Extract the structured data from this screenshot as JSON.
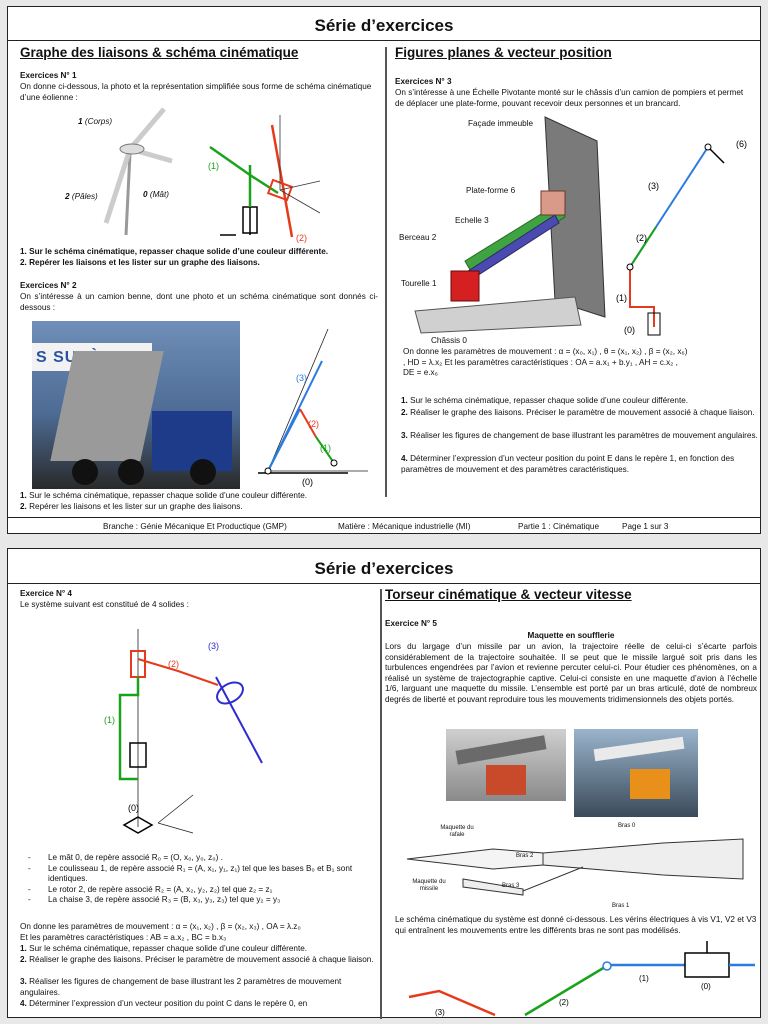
{
  "page1": {
    "title": "Série d’exercices",
    "left_heading": "Graphe des liaisons & schéma cinématique",
    "right_heading": "Figures planes & vecteur position",
    "ex1": {
      "label": "Exercices N° 1",
      "intro": "On donne ci-dessous, la photo et la représentation simplifiée sous forme de schéma cinématique d’une éolienne :",
      "labels": {
        "corps_num": "1",
        "corps": "(Corps)",
        "pales_num": "2",
        "pales": "(Pâles)",
        "mat_num": "0",
        "mat": "(Mât)"
      },
      "q1_num": "1.",
      "q1": "Sur le schéma cinématique, repasser chaque solide d’une couleur différente.",
      "q2_num": "2.",
      "q2": "Repérer les liaisons et les lister sur un graphe des liaisons."
    },
    "ex2": {
      "label": "Exercices N° 2",
      "intro": "On s’intéresse à un camion benne, dont une photo et un schéma cinématique sont donnés ci-dessous :",
      "photo_text": "S SUPÈRE",
      "q1_num": "1.",
      "q1": "Sur le schéma cinématique, repasser chaque solide d’une couleur différente.",
      "q2_num": "2.",
      "q2": "Repérer les liaisons et les lister sur un graphe des liaisons."
    },
    "ex3": {
      "label": "Exercices N° 3",
      "intro": "On s’intéresse à une Échelle Pivotante monté sur le châssis d’un camion de pompiers et permet de déplacer une plate-forme, pouvant recevoir deux personnes et un brancard.",
      "labels": {
        "facade": "Façade immeuble",
        "plateforme": "Plate-forme 6",
        "echelle": "Echelle 3",
        "berceau": "Berceau 2",
        "tourelle": "Tourelle 1",
        "chassis": "Châssis 0"
      },
      "params_a": "On donne les paramètres de mouvement : α = (x₀, x₁) , θ = (x₁, x₂) , β = (x₂, x₆)",
      "params_b": ", HD = λ.x₂   Et les paramètres caractéristiques : OA = a.x₁ + b.y₁ , AH = c.x₂ ,",
      "params_c": "DE = e.x₆",
      "q1_num": "1.",
      "q1": "Sur le schéma cinématique, repasser chaque solide d’une couleur différente.",
      "q2_num": "2.",
      "q2": "Réaliser le graphe des liaisons. Préciser le paramètre de mouvement associé à chaque liaison.",
      "q3_num": "3.",
      "q3": "Réaliser les figures de changement de base illustrant les paramètres de mouvement angulaires.",
      "q4_num": "4.",
      "q4": "Déterminer l’expression d’un vecteur position du point E dans le repère 1, en fonction des paramètres de mouvement et des paramètres caractéristiques."
    },
    "footer": {
      "branche": "Branche : Génie Mécanique Et Productique (GMP)",
      "matiere": "Matière : Mécanique industrielle (MI)",
      "partie": "Partie 1 : Cinématique",
      "page": "Page 1 sur 3"
    }
  },
  "page2": {
    "title": "Série d’exercices",
    "right_heading": "Torseur cinématique & vecteur vitesse",
    "ex4": {
      "label": "Exercice N° 4",
      "intro": "Le système suivant est constitué de 4 solides :",
      "solids": [
        "Le mât 0, de repère associé R₀ = (O, x₀, y₀, z₀) .",
        "Le coulisseau 1, de repère associé R₁ = (A, x₁, y₁, z₁) tel que les bases B₀ et B₁ sont identiques.",
        "Le rotor 2, de repère associé R₂ = (A, x₂, y₂, z₂)  tel que  z₂ = z₁",
        "La chaise 3, de repère associé R₃ = (B, x₃, y₃, z₃) tel que  y₂ = y₃"
      ],
      "params_a": "On donne les paramètres de mouvement : α = (x₁, x₂) , β = (x₂, x₃) , OA = λ.z₀",
      "params_b": "Et les paramètres caractéristiques : AB = a.x₂ , BC = b.x₃",
      "q1_num": "1.",
      "q1": "Sur le schéma cinématique, repasser chaque solide d’une couleur différente.",
      "q2_num": "2.",
      "q2": "Réaliser le graphe des liaisons. Préciser le paramètre de mouvement associé à chaque liaison.",
      "q3_num": "3.",
      "q3": "Réaliser les figures de changement de base illustrant les 2 paramètres de mouvement angulaires.",
      "q4_num": "4.",
      "q4": "Déterminer l’expression d’un vecteur position du point C dans le repère 0, en"
    },
    "ex5": {
      "label": "Exercice N° 5",
      "subtitle": "Maquette en soufflerie",
      "body": "Lors du largage d’un missile par un avion, la trajectoire réelle de celui-ci s’écarte parfois considérablement de la trajectoire souhaitée. Il se peut que le missile largué soit pris dans les turbulences engendrées par l’avion et revienne percuter celui-ci. Pour étudier ces phénomènes, on a réalisé un système de trajectographie captive. Celui-ci consiste en une maquette d’avion à l’échelle 1/6, larguant une maquette du missile. L’ensemble est porté par un bras articulé, doté de nombreux degrés de liberté et pouvant reproduire tous les mouvements tridimensionnels des objets portés.",
      "labels": {
        "rafale": "Maquette du rafale",
        "missile": "Maquette du missile",
        "bras0": "Bras 0",
        "bras1": "Bras 1",
        "bras2": "Bras 2",
        "bras3": "Bras 3"
      },
      "schema_text": "Le schéma cinématique du système est donné ci-dessous. Les vérins électriques à vis V1, V2 et V3 qui entraînent les mouvements entre les différents bras ne sont pas modélisés."
    }
  }
}
